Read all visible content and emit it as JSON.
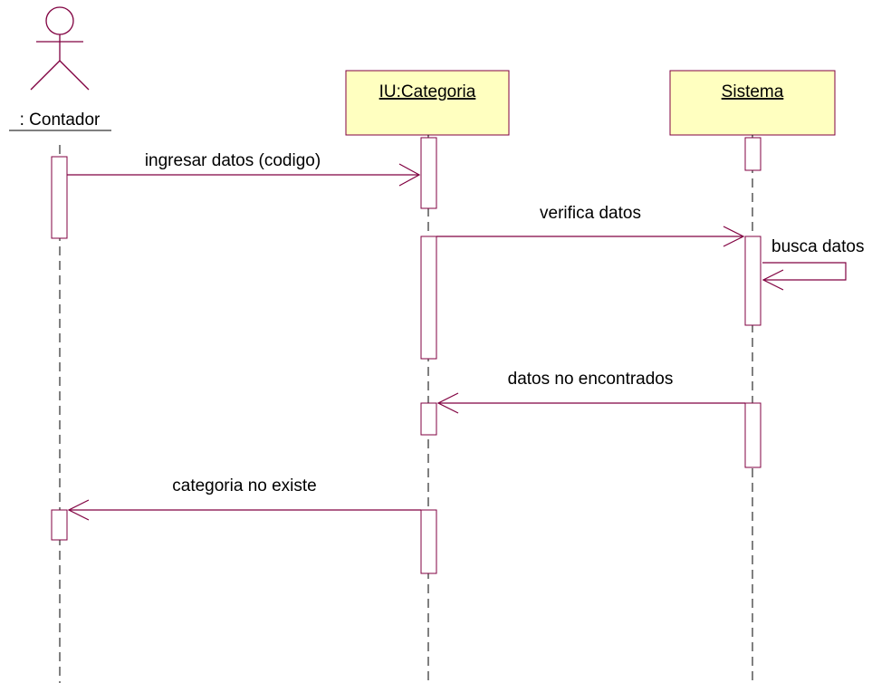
{
  "actor": {
    "name": ": Contador"
  },
  "objects": [
    {
      "name": "IU:Categoria"
    },
    {
      "name": "Sistema"
    }
  ],
  "messages": {
    "m1": "ingresar datos (codigo)",
    "m2": "verifica datos",
    "m3": "busca datos",
    "m4": "datos no encontrados",
    "m5": "categoria no existe"
  },
  "colors": {
    "object_fill": "#ffffc0",
    "object_border": "#800040",
    "message": "#800040",
    "actor": "#800040"
  }
}
